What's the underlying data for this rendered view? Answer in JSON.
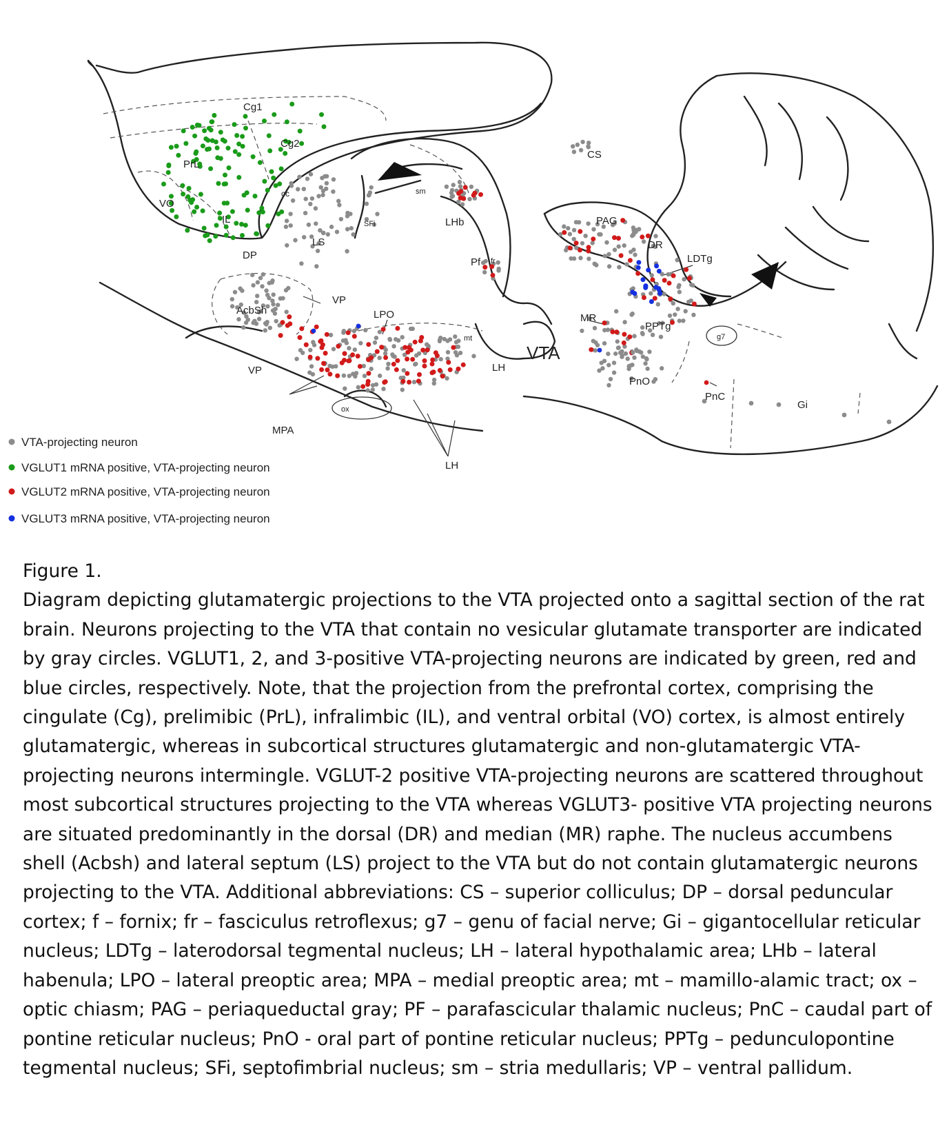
{
  "figure": {
    "legend": [
      {
        "label": "VTA-projecting neuron",
        "color": "#8c8c8c"
      },
      {
        "label": "VGLUT1 mRNA positive, VTA-projecting neuron",
        "color": "#1a9b1a"
      },
      {
        "label": "VGLUT2 mRNA positive, VTA-projecting neuron",
        "color": "#d11a1a"
      },
      {
        "label": "VGLUT3 mRNA positive, VTA-projecting neuron",
        "color": "#1530e0"
      }
    ],
    "regions": {
      "cg1": "Cg1",
      "cg2": "Cg2",
      "prl": "PrL",
      "vo": "VO",
      "il": "IL",
      "dp": "DP",
      "cc": "cc",
      "ls": "LS",
      "acbsh": "AcbSh",
      "vp1": "VP",
      "vp2": "VP",
      "mpa": "MPA",
      "ox": "ox",
      "lpo": "LPO",
      "lh1": "LH",
      "lh2": "LH",
      "mt": "mt",
      "sfi": "SFi",
      "sm": "sm",
      "lhb": "LHb",
      "pf": "Pf",
      "fr": "fr",
      "vta": "VTA",
      "cs": "CS",
      "pag": "PAG",
      "dr": "DR",
      "ldtg": "LDTg",
      "mr": "MR",
      "pptg": "PPTg",
      "g7": "g7",
      "pno": "PnO",
      "pnc": "PnC",
      "gi": "Gi"
    }
  },
  "caption": {
    "title": "Figure 1.",
    "body": "Diagram depicting glutamatergic projections to the VTA projected onto a sagittal section of the rat brain. Neurons projecting to the VTA that contain no vesicular glutamate transporter are indicated by gray circles. VGLUT1, 2, and 3-positive VTA-projecting neurons are indicated by green, red and blue circles, respectively. Note, that the projection from the prefrontal cortex, comprising the cingulate (Cg), prelimibic (PrL), infralimbic (IL), and ventral orbital (VO) cortex, is almost entirely glutamatergic, whereas in subcortical structures glutamatergic and non-glutamatergic VTA-projecting neurons intermingle. VGLUT-2 positive VTA-projecting neurons are scattered throughout most subcortical structures projecting to the VTA whereas VGLUT3- positive VTA projecting neurons are situated predominantly in the dorsal (DR) and median (MR) raphe. The nucleus accumbens shell (Acbsh) and lateral septum (LS) project to the VTA but do not contain glutamatergic neurons projecting to the VTA. Additional abbreviations: CS – superior colliculus; DP – dorsal peduncular cortex; f – fornix; fr – fasciculus retroflexus; g7 – genu of facial nerve; Gi – gigantocellular reticular nucleus; LDTg – laterodorsal tegmental nucleus; LH – lateral hypothalamic area; LHb – lateral habenula; LPO – lateral preoptic area; MPA – medial preoptic area; mt – mamillo-alamic tract; ox – optic chiasm; PAG – periaqueductal gray; PF – parafascicular thalamic nucleus; PnC – caudal part of pontine reticular nucleus; PnO - oral part of pontine reticular nucleus; PPTg – pedunculopontine tegmental nucleus; SFi, septofimbrial nucleus; sm – stria medullaris; VP – ventral pallidum."
  }
}
